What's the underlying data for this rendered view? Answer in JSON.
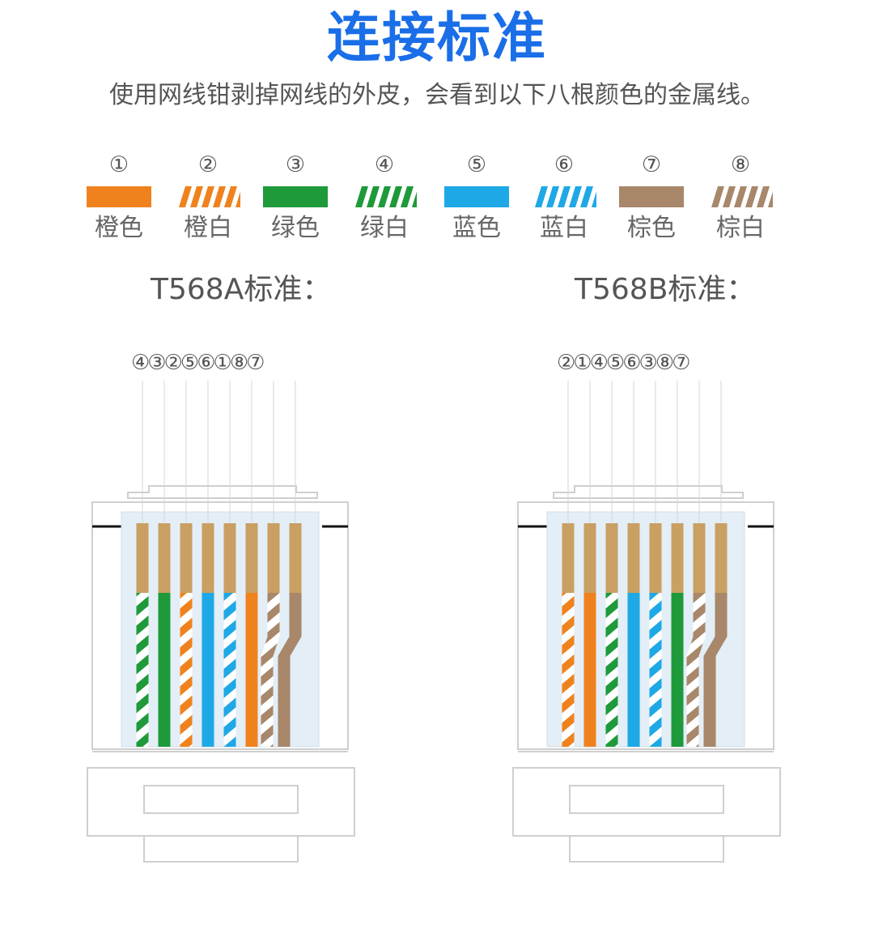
{
  "title": "连接标准",
  "subtitle": "使用网线钳剥掉网线的外皮，会看到以下八根颜色的金属线。",
  "colors": {
    "orange": "#f0821e",
    "green": "#1e9a3a",
    "blue": "#1ea8e6",
    "brown": "#a8876a",
    "copper": "#c9a062",
    "title_blue": "#1a6ee8"
  },
  "wires": [
    {
      "num": "①",
      "label": "橙色",
      "color": "orange",
      "striped": false
    },
    {
      "num": "②",
      "label": "橙白",
      "color": "orange",
      "striped": true
    },
    {
      "num": "③",
      "label": "绿色",
      "color": "green",
      "striped": false
    },
    {
      "num": "④",
      "label": "绿白",
      "color": "green",
      "striped": true
    },
    {
      "num": "⑤",
      "label": "蓝色",
      "color": "blue",
      "striped": false
    },
    {
      "num": "⑥",
      "label": "蓝白",
      "color": "blue",
      "striped": true
    },
    {
      "num": "⑦",
      "label": "棕色",
      "color": "brown",
      "striped": false
    },
    {
      "num": "⑧",
      "label": "棕白",
      "color": "brown",
      "striped": true
    }
  ],
  "standards": [
    {
      "title": "T568A标准：",
      "order_text": "④③②⑤⑥①⑧⑦",
      "order": [
        4,
        3,
        2,
        5,
        6,
        1,
        8,
        7
      ]
    },
    {
      "title": "T568B标准：",
      "order_text": "②①④⑤⑥③⑧⑦",
      "order": [
        2,
        1,
        4,
        5,
        6,
        3,
        8,
        7
      ]
    }
  ]
}
